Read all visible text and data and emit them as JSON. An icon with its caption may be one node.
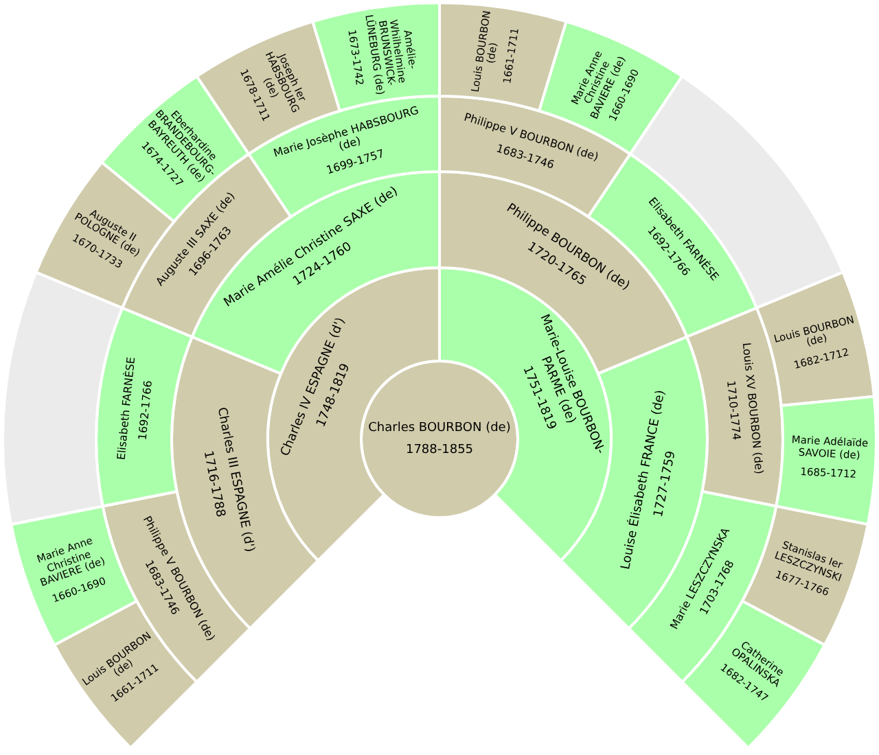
{
  "diagram": {
    "nodes": [
      {
        "text": [
          "Charles BOURBON (de)",
          "1788-1855"
        ]
      },
      {
        "text": [
          "Charles IV ESPAGNE (d')",
          "1748-1819"
        ]
      },
      {
        "text": [
          "Marie-Louise BOURBON-PARME (de)",
          "1751-1819"
        ]
      },
      {
        "text": [
          "Charles III ESPAGNE (d')",
          "1716-1788"
        ]
      },
      {
        "text": [
          "Marie Amélie Christine SAXE (de)",
          "1724-1760"
        ]
      },
      {
        "text": [
          "Philippe BOURBON (de)",
          "1720-1765"
        ]
      },
      {
        "text": [
          "Louise Élisabeth FRANCE (de)",
          "1727-1759"
        ]
      },
      {
        "text": [
          "Philippe V BOURBON (de)",
          "1683-1746"
        ]
      },
      {
        "text": [
          "Elisabeth FARNÈSE",
          "1692-1766"
        ]
      },
      {
        "text": [
          "Auguste III SAXE (de)",
          "1696-1763"
        ]
      },
      {
        "text": [
          "Marie Josèphe HABSBOURG (de)",
          "1699-1757"
        ]
      },
      {
        "text": [
          "Philippe V BOURBON (de)",
          "1683-1746"
        ]
      },
      {
        "text": [
          "Elisabeth FARNÈSE",
          "1692-1766"
        ]
      },
      {
        "text": [
          "Louis XV BOURBON (de)",
          "1710-1774"
        ]
      },
      {
        "text": [
          "Marie LESZCZYNSKA",
          "1703-1768"
        ]
      },
      {
        "text": [
          "Louis BOURBON (de)",
          "1661-1711"
        ]
      },
      {
        "text": [
          "Marie Anne Christine BAVIERE (de)",
          "1660-1690"
        ]
      },
      {
        "text": [],
        "shape": "sector"
      },
      {
        "text": [
          "Auguste II POLOGNE (de)",
          "1670-1733"
        ]
      },
      {
        "text": [
          "Eberhardine BRANDEBOURG-BAYREUTH (de)",
          "1674-1727"
        ]
      },
      {
        "text": [
          "Joseph Ier HABSBOURG (de)",
          "1678-1711"
        ]
      },
      {
        "text": [
          "Amélie-Whilhelmine BRUNSWICK-LÜNEBURG (de)",
          "1673-1742"
        ]
      },
      {
        "text": [
          "Louis BOURBON (de)",
          "1661-1711"
        ]
      },
      {
        "text": [
          "Marie Anne Christine BAVIERE (de)",
          "1660-1690"
        ]
      },
      {
        "text": [],
        "shape": "sector"
      },
      {
        "text": [
          "Louis BOURBON (de)",
          "1682-1712"
        ]
      },
      {
        "text": [
          "Marie Adélaïde SAVOIE (de)",
          "1685-1712"
        ]
      },
      {
        "text": [
          "Stanislas Ier LESZCZYNSKI",
          "1677-1766"
        ]
      },
      {
        "text": [
          "Catherine OPALINSKA",
          "1682-1747"
        ]
      }
    ]
  }
}
